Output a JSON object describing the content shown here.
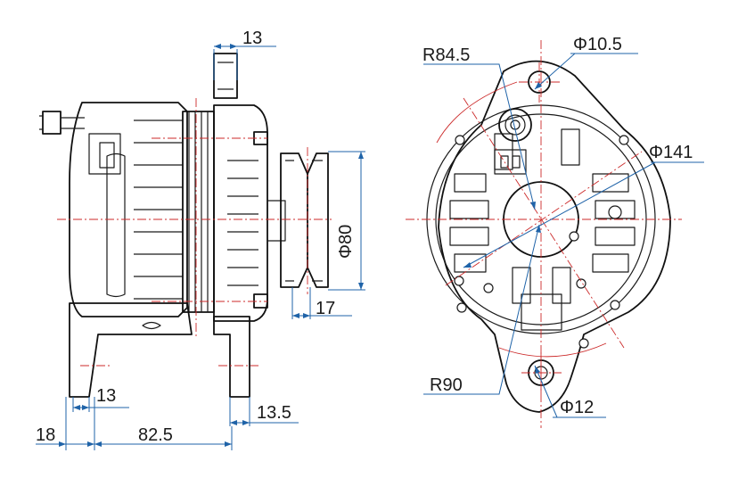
{
  "dimensions": {
    "top_ear": "13",
    "ear_lower": "13",
    "left_offset": "18",
    "mount_span": "82.5",
    "right_ear": "13.5",
    "pulley_dia": "Φ80",
    "pulley_width": "17",
    "radius_upper": "R84.5",
    "hole_upper": "Φ10.5",
    "body_dia": "Φ141",
    "radius_lower": "R90",
    "hole_lower": "Φ12"
  },
  "colors": {
    "outline": "#1a1a1a",
    "dimension": "#1f63a8",
    "centerline": "#cc2a2a"
  }
}
